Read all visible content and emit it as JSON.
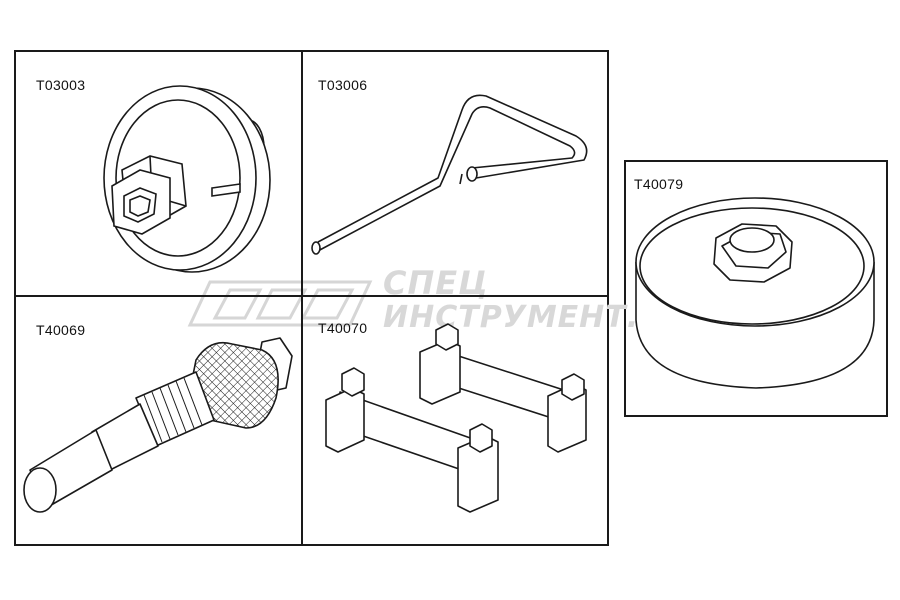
{
  "tools": [
    {
      "code": "T03003"
    },
    {
      "code": "T03006"
    },
    {
      "code": "T40069"
    },
    {
      "code": "T40070"
    },
    {
      "code": "T40079"
    }
  ],
  "watermark": {
    "line1": "СПЕЦ",
    "line2": "ИНСТРУМЕНТ.РУ"
  },
  "colors": {
    "stroke": "#1a1a1a",
    "watermark": "#d8d8d8"
  }
}
